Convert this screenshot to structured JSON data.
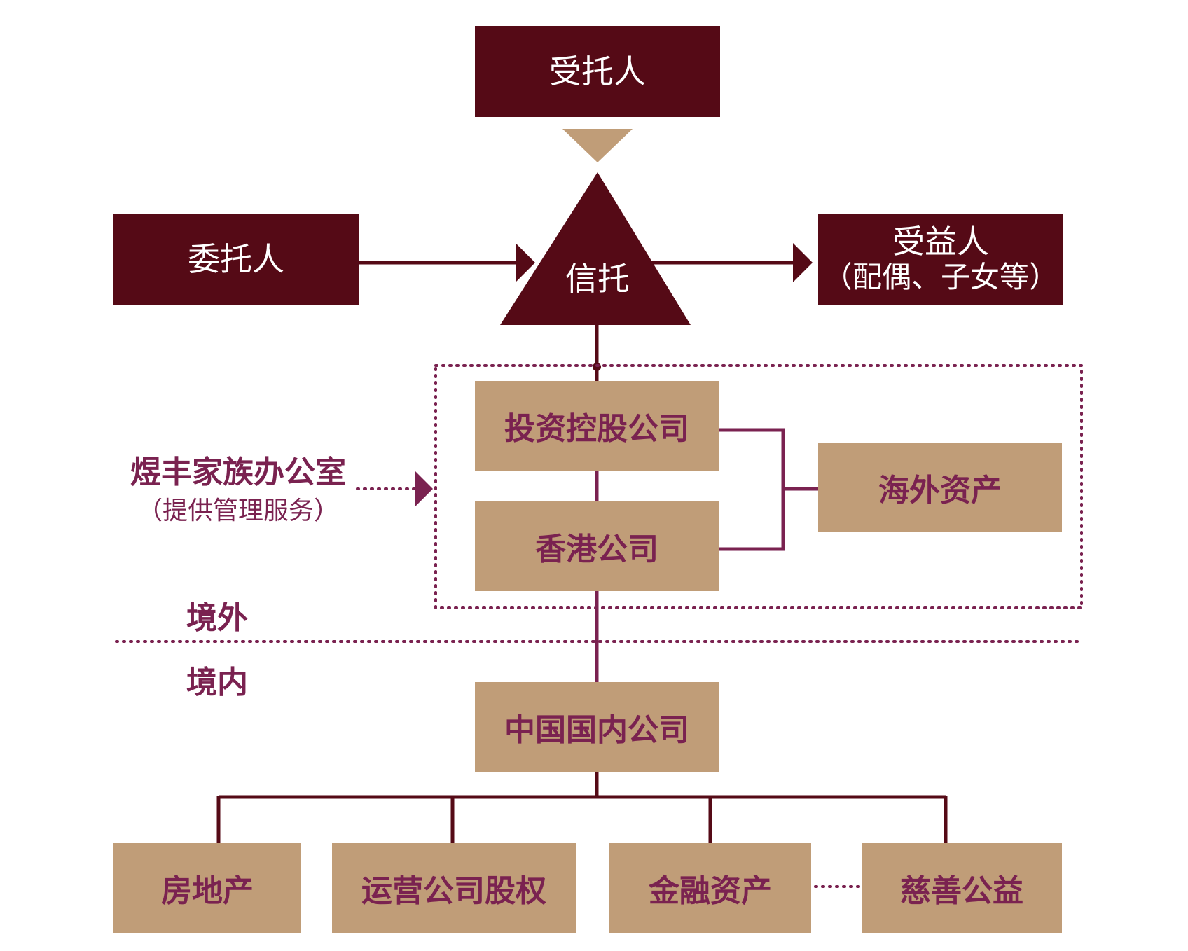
{
  "colors": {
    "dark_box": "#550a16",
    "tan_box": "#c09d78",
    "accent_text": "#7a2250",
    "dark_line": "#550a16",
    "magenta_line": "#7a2250"
  },
  "nodes": {
    "trustee": "受托人",
    "settlor": "委托人",
    "trust": "信托",
    "beneficiary": "受益人",
    "beneficiary_note": "（配偶、子女等）",
    "holding_company": "投资控股公司",
    "hk_company": "香港公司",
    "overseas_assets": "海外资产",
    "family_office": "煜丰家族办公室",
    "family_office_note": "（提供管理服务）",
    "offshore": "境外",
    "onshore": "境内",
    "china_company": "中国国内公司",
    "real_estate": "房地产",
    "operating_equity": "运营公司股权",
    "financial_assets": "金融资产",
    "charity": "慈善公益"
  }
}
